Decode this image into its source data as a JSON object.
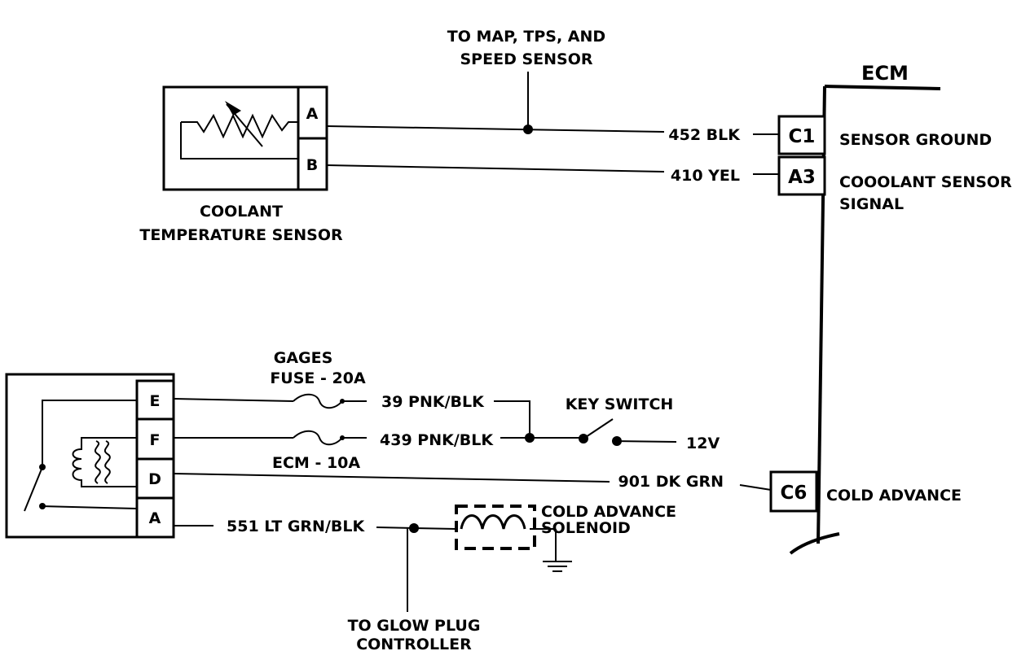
{
  "labels": {
    "map_tps_line1": "TO MAP, TPS, AND",
    "map_tps_line2": "SPEED SENSOR",
    "ecm": "ECM",
    "wire_452": "452 BLK",
    "wire_410": "410 YEL",
    "sensor_ground": "SENSOR GROUND",
    "coolant_signal_line1": "COOOLANT SENSOR",
    "coolant_signal_line2": "SIGNAL",
    "coolant_temp_line1": "COOLANT",
    "coolant_temp_line2": "TEMPERATURE SENSOR",
    "gages_line1": "GAGES",
    "gages_line2": "FUSE - 20A",
    "wire_39": "39 PNK/BLK",
    "wire_439": "439 PNK/BLK",
    "key_switch": "KEY SWITCH",
    "v12": "12V",
    "ecm_fuse": "ECM - 10A",
    "wire_901": "901 DK GRN",
    "cold_advance": "COLD ADVANCE",
    "wire_551": "551 LT GRN/BLK",
    "solenoid_line1": "COLD ADVANCE",
    "solenoid_line2": "SOLENOID",
    "glow_line1": "TO GLOW PLUG",
    "glow_line2": "CONTROLLER"
  },
  "pins": {
    "sensor_a": "A",
    "sensor_b": "B",
    "relay_e": "E",
    "relay_f": "F",
    "relay_d": "D",
    "relay_a": "A",
    "ecm_c1": "C1",
    "ecm_a3": "A3",
    "ecm_c6": "C6"
  }
}
